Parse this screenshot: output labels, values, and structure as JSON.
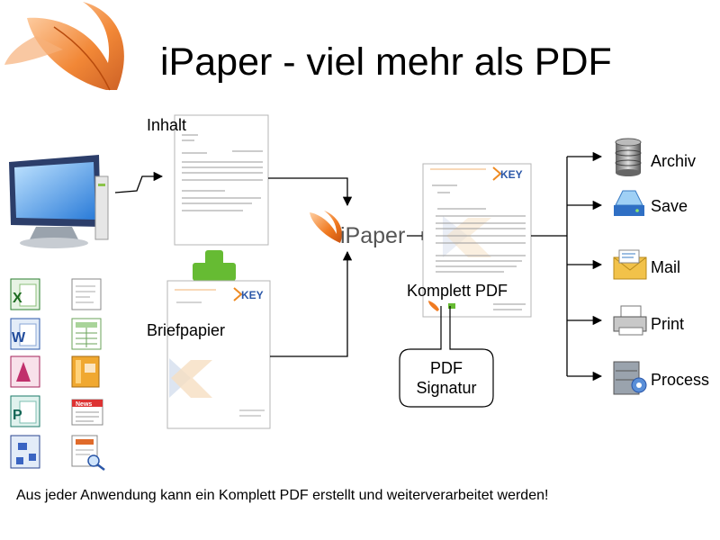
{
  "title": "iPaper - viel mehr als PDF",
  "inputs": {
    "content_label": "Inhalt",
    "letterhead_label": "Briefpapier"
  },
  "center": {
    "brand": "iPaper",
    "output_label": "Komplett PDF",
    "signature_lines": [
      "PDF",
      "Signatur"
    ]
  },
  "outputs": [
    {
      "label": "Archiv",
      "icon": "database-icon"
    },
    {
      "label": "Save",
      "icon": "drive-icon"
    },
    {
      "label": "Mail",
      "icon": "mail-icon"
    },
    {
      "label": "Print",
      "icon": "printer-icon"
    },
    {
      "label": "Process",
      "icon": "server-process-icon"
    }
  ],
  "application_icons": [
    "excel-icon",
    "form-icon",
    "word-icon",
    "spreadsheet-icon",
    "access-icon",
    "contacts-book-icon",
    "publisher-icon",
    "news-icon",
    "visio-icon",
    "document-search-icon"
  ],
  "document_logo": "KEY",
  "caption": "Aus jeder Anwendung kann ein Komplett PDF erstellt und weiterverarbeitet werden!",
  "colors": {
    "plus_green": "#66bb33",
    "logo_blue": "#2b57a8",
    "logo_orange": "#ee8a22",
    "feather_orange": "#f07a20"
  }
}
